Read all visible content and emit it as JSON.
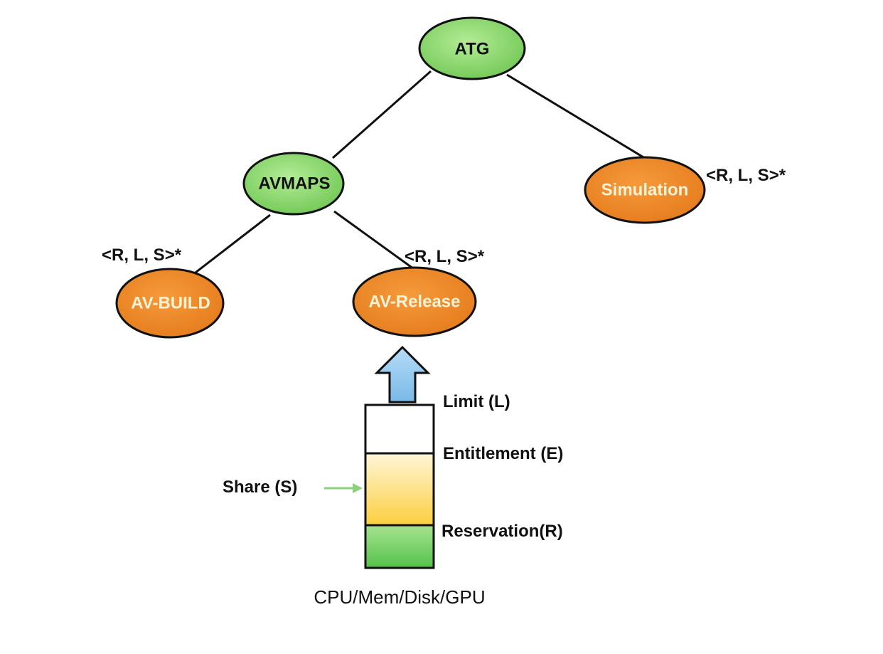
{
  "colors": {
    "green_node_fill": "#8fdb6e",
    "orange_node_fill": "#ef8a2a",
    "stroke": "#111111",
    "arrow_fill": "#8fc6ec",
    "reservation_fill": "#6fcf5a",
    "share_fill": "#fbd34d",
    "share_arrow": "#8bd07a"
  },
  "tree": {
    "root": "ATG",
    "avmaps": "AVMAPS",
    "simulation": "Simulation",
    "av_build": "AV-BUILD",
    "av_release": "AV-Release"
  },
  "annotations": {
    "simulation_tuple": "<R, L, S>*",
    "av_build_tuple": "<R, L, S>*",
    "av_release_tuple": "<R, L, S>*"
  },
  "resource_bar": {
    "limit": "Limit (L)",
    "entitlement": "Entitlement (E)",
    "share": "Share (S)",
    "reservation": "Reservation(R)",
    "caption": "CPU/Mem/Disk/GPU"
  }
}
